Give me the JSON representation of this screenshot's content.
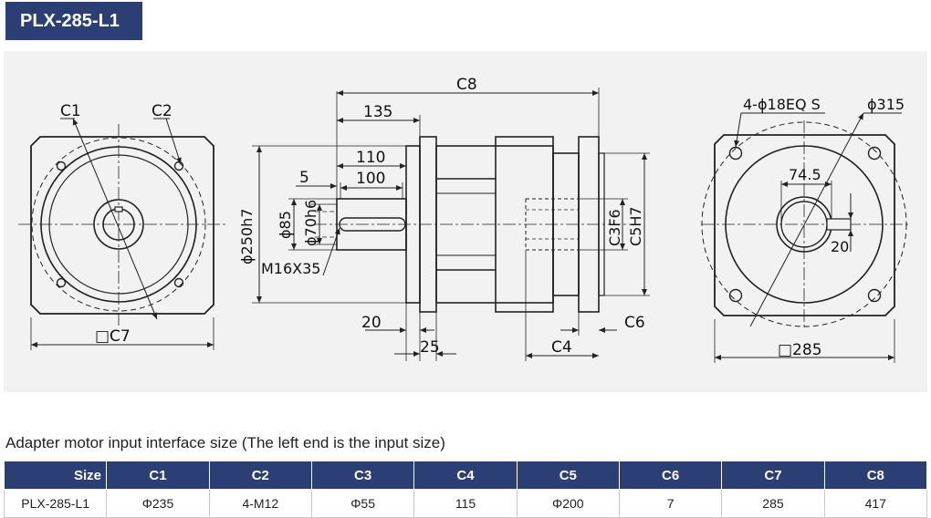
{
  "model_tag": "PLX-285-L1",
  "drawing_labels": {
    "c1": "C1",
    "c2": "C2",
    "c7_square": "□C7",
    "c8": "C8",
    "d135": "135",
    "d110": "110",
    "d5": "5",
    "d100": "100",
    "d250": "ϕ250h7",
    "d85": "ϕ85",
    "d70": "ϕ70h6",
    "m16": "M16X35",
    "c3": "C3F6",
    "c5": "C5H7",
    "d20_left": "20",
    "d25": "25",
    "c4": "C4",
    "c6": "C6",
    "holes": "4-ϕ18EQ S",
    "d315": "ϕ315",
    "d74": "74.5",
    "d20_right": "20",
    "sq285": "□285"
  },
  "caption": "Adapter motor input interface size (The left end is the input size)",
  "table": {
    "headers": [
      "Size",
      "C1",
      "C2",
      "C3",
      "C4",
      "C5",
      "C6",
      "C7",
      "C8"
    ],
    "rows": [
      [
        "PLX-285-L1",
        "Φ235",
        "4-M12",
        "Φ55",
        "115",
        "Φ200",
        "7",
        "285",
        "417"
      ]
    ]
  }
}
